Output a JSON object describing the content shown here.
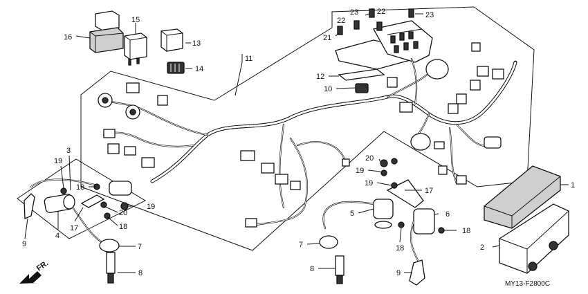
{
  "diagram": {
    "code": "MY13-F2800C",
    "direction": "FR."
  },
  "callouts": {
    "c1": "1",
    "c2": "2",
    "c3": "3",
    "c4": "4",
    "c5": "5",
    "c6": "6",
    "c7a": "7",
    "c7b": "7",
    "c8a": "8",
    "c8b": "8",
    "c9a": "9",
    "c9b": "9",
    "c10": "10",
    "c11": "11",
    "c12": "12",
    "c13": "13",
    "c14": "14",
    "c15": "15",
    "c16": "16",
    "c17a": "17",
    "c17b": "17",
    "c18a": "18",
    "c18b": "18",
    "c18c": "18",
    "c18d": "18",
    "c19a": "19",
    "c19b": "19",
    "c19c": "19",
    "c19d": "19",
    "c20a": "20",
    "c20b": "20",
    "c21": "21",
    "c22a": "22",
    "c22b": "22",
    "c23a": "23",
    "c23b": "23"
  }
}
